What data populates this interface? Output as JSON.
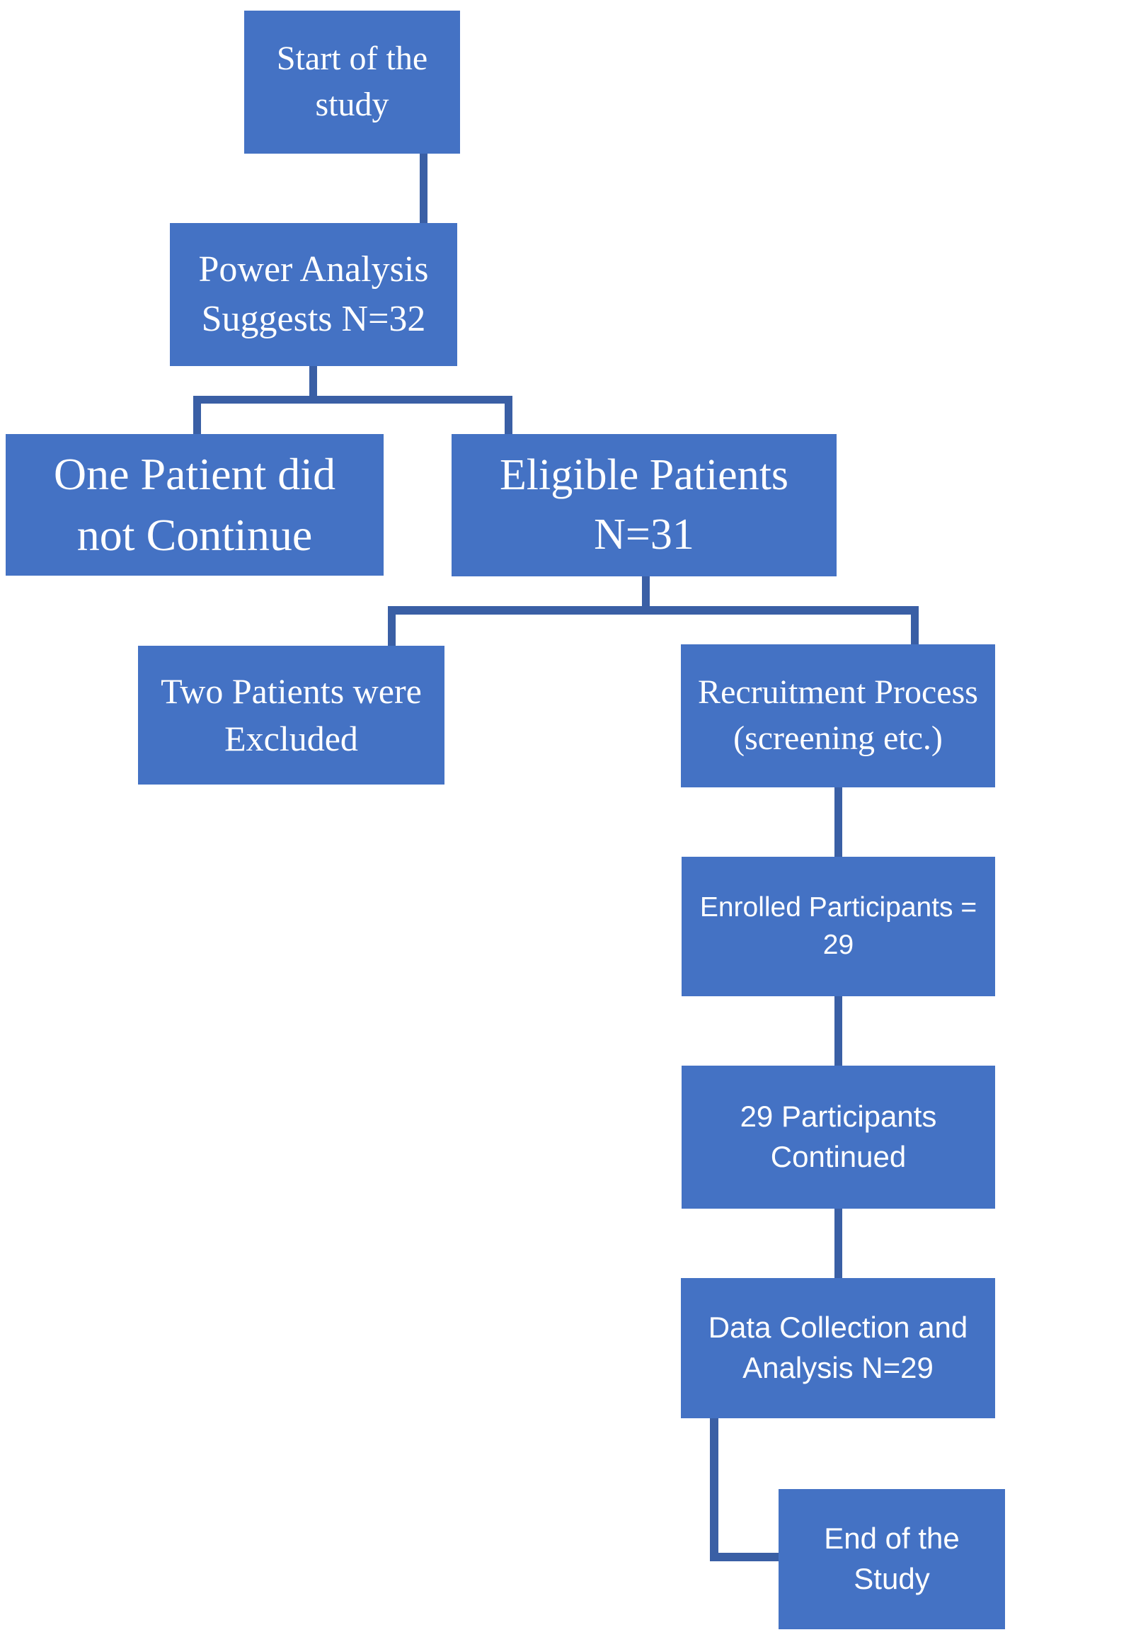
{
  "diagram_type": "flowchart",
  "colors": {
    "box_fill": "#4472C4",
    "connector": "#3A5FA5",
    "text": "#FFFFFF",
    "background": "#FFFFFF"
  },
  "boxes": [
    {
      "id": "start",
      "lines": [
        "Start of the",
        "study"
      ]
    },
    {
      "id": "power-analysis",
      "lines": [
        "Power Analysis",
        "Suggests N=32"
      ]
    },
    {
      "id": "one-patient",
      "lines": [
        "One Patient did",
        "not Continue"
      ]
    },
    {
      "id": "eligible",
      "lines": [
        "Eligible Patients",
        "N=31"
      ]
    },
    {
      "id": "two-excluded",
      "lines": [
        "Two Patients were",
        "Excluded"
      ]
    },
    {
      "id": "recruitment",
      "lines": [
        "Recruitment Process",
        "(screening etc.)"
      ]
    },
    {
      "id": "enrolled",
      "lines": [
        "Enrolled Participants =",
        "29"
      ]
    },
    {
      "id": "continued",
      "lines": [
        "29 Participants",
        "Continued"
      ]
    },
    {
      "id": "data-collection",
      "lines": [
        "Data Collection and",
        "Analysis N=29"
      ]
    },
    {
      "id": "end",
      "lines": [
        "End of the",
        "Study"
      ]
    }
  ],
  "edges": [
    {
      "from": "start",
      "to": "power-analysis"
    },
    {
      "from": "power-analysis",
      "to": "one-patient"
    },
    {
      "from": "power-analysis",
      "to": "eligible"
    },
    {
      "from": "eligible",
      "to": "two-excluded"
    },
    {
      "from": "eligible",
      "to": "recruitment"
    },
    {
      "from": "recruitment",
      "to": "enrolled"
    },
    {
      "from": "enrolled",
      "to": "continued"
    },
    {
      "from": "continued",
      "to": "data-collection"
    },
    {
      "from": "data-collection",
      "to": "end"
    }
  ]
}
